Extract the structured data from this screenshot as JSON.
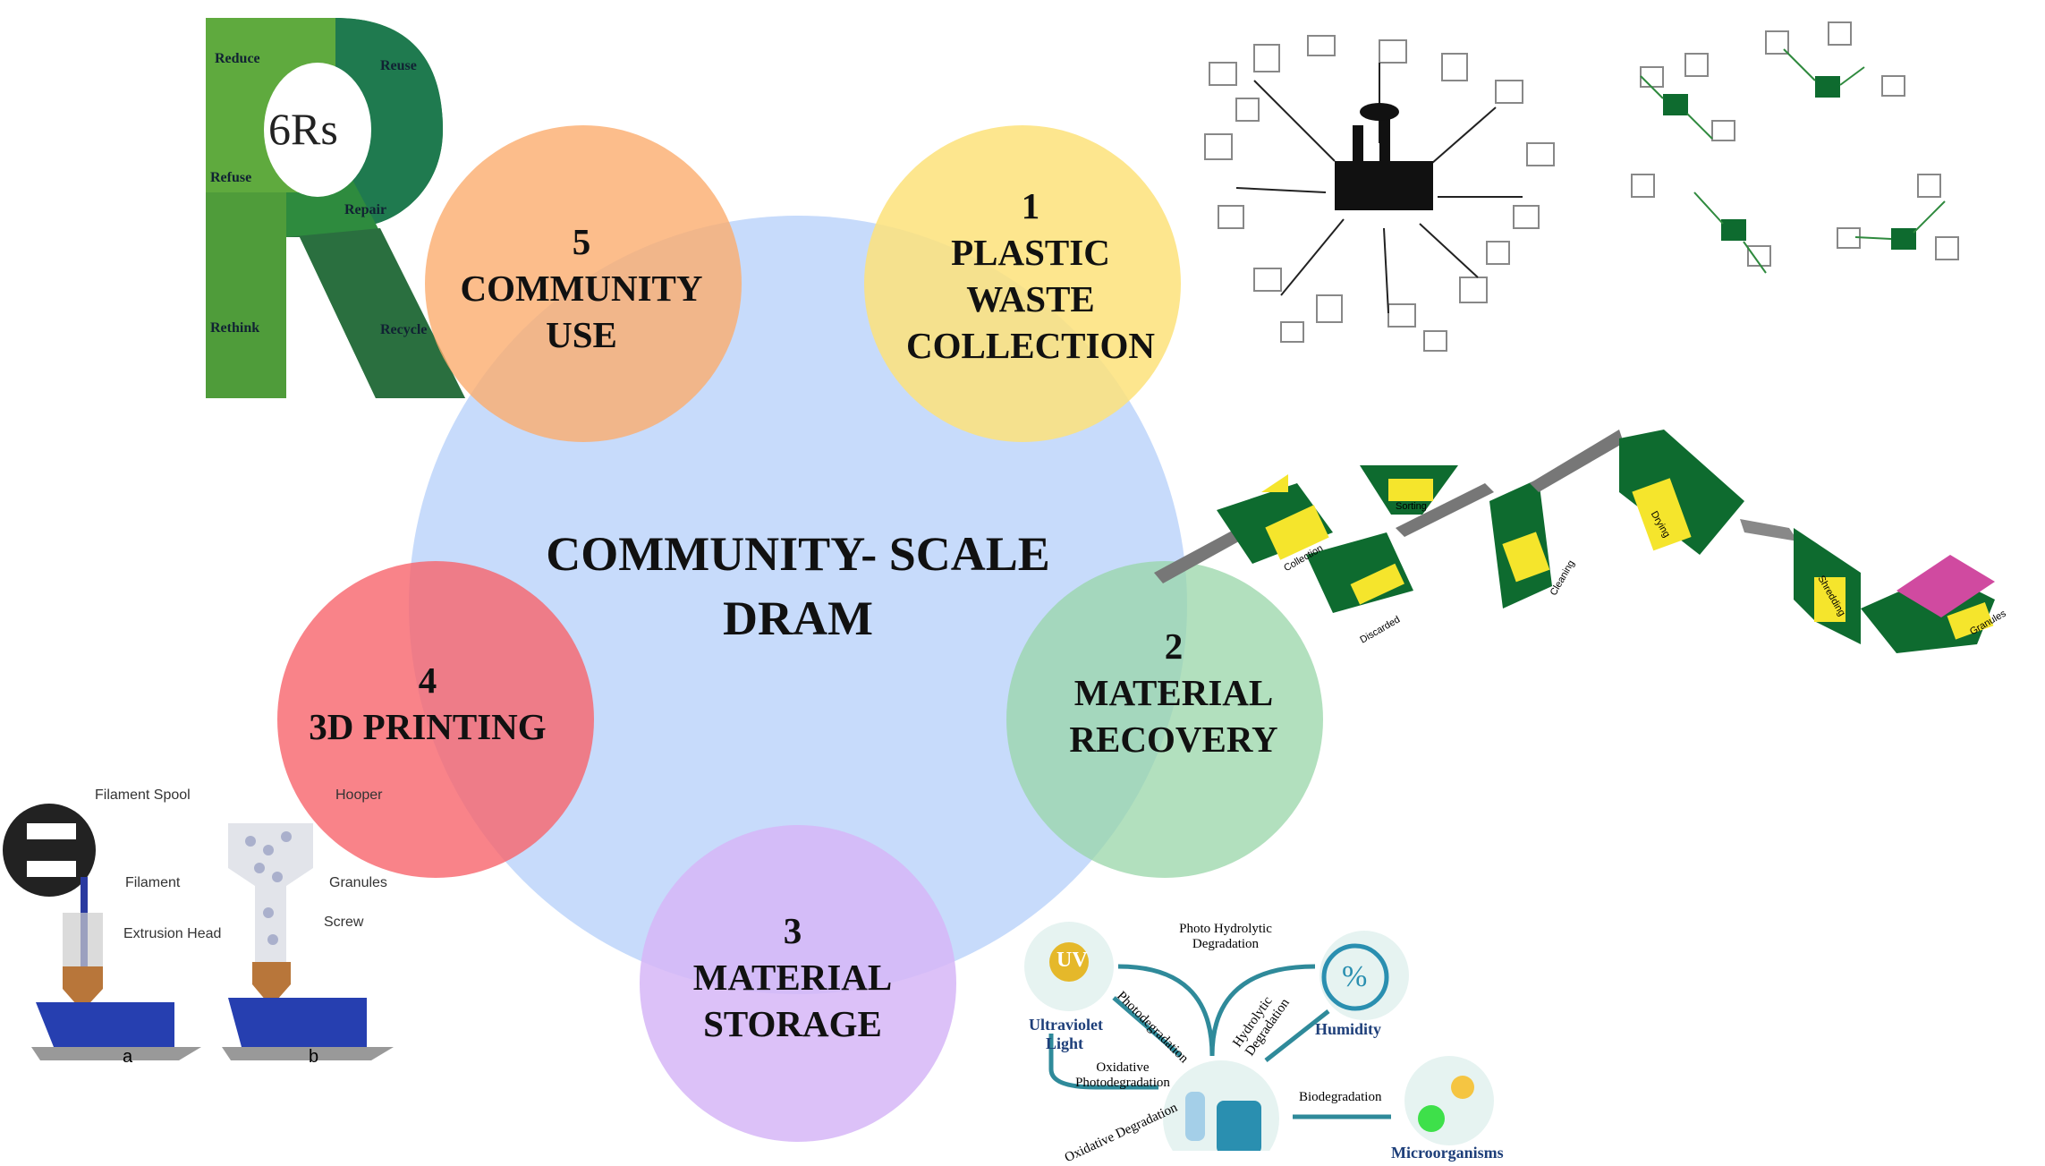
{
  "center": {
    "title_line1": "COMMUNITY- SCALE",
    "title_line2": "DRAM"
  },
  "stages": [
    {
      "number": "1",
      "lines": [
        "PLASTIC",
        "WASTE",
        "COLLECTION"
      ],
      "color": "#fde27a"
    },
    {
      "number": "2",
      "lines": [
        "MATERIAL",
        "RECOVERY"
      ],
      "color": "#a9dcb9"
    },
    {
      "number": "3",
      "lines": [
        "MATERIAL",
        "STORAGE"
      ],
      "color": "#d6b6f7"
    },
    {
      "number": "4",
      "lines": [
        "3D PRINTING"
      ],
      "color": "#f7787c"
    },
    {
      "number": "5",
      "lines": [
        "COMMUNITY",
        "USE"
      ],
      "color": "#fbb57d"
    }
  ],
  "six_rs": {
    "title": "6Rs",
    "items": [
      "Reduce",
      "Reuse",
      "Refuse",
      "Repair",
      "Rethink",
      "Recycle"
    ]
  },
  "conveyor": {
    "steps": [
      "Collection",
      "Sorting",
      "Discarded",
      "Cleaning",
      "Drying",
      "Shredding",
      "Granules"
    ]
  },
  "printing": {
    "labels": [
      "Filament Spool",
      "Filament",
      "Extrusion Head",
      "Hooper",
      "Granules",
      "Screw"
    ],
    "captions": [
      "a",
      "b"
    ]
  },
  "degradation": {
    "sources": [
      "Ultraviolet Light",
      "Humidity",
      "Microorganisms"
    ],
    "processes": [
      "Photo Hydrolytic Degradation",
      "Photodegradation",
      "Hydrolytic Degradation",
      "Oxidative Photodegradation",
      "Biodegradation",
      "Oxidative Degradation"
    ],
    "uv_text": "UV",
    "humidity_text": "%"
  },
  "colors": {
    "center": "#c7dbfb",
    "green": "#0e6b2f",
    "teal": "#2f8a9a"
  }
}
